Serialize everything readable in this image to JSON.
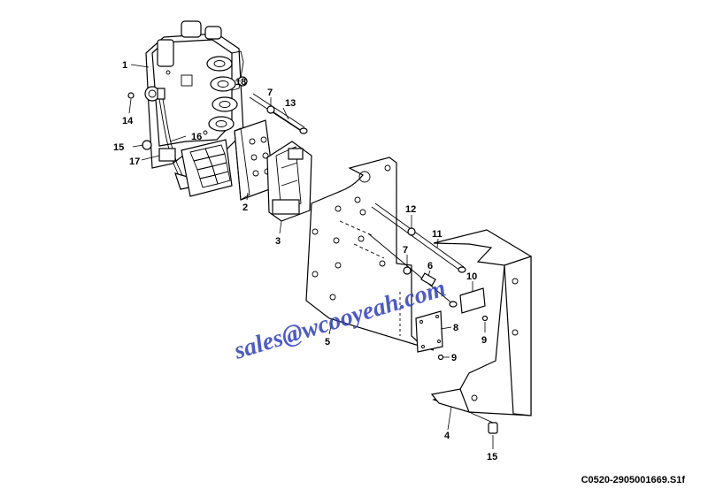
{
  "drawing_number": "C0520-2905001669.S1f",
  "watermark": "sales@wcooyeah.com",
  "callouts": {
    "c1": "1",
    "c2": "2",
    "c3": "3",
    "c4": "4",
    "c5": "5",
    "c6": "6",
    "c7a": "7",
    "c7b": "7",
    "c8": "8",
    "c9a": "9",
    "c9b": "9",
    "c10": "10",
    "c11": "11",
    "c12": "12",
    "c13": "13",
    "c14": "14",
    "c15a": "15",
    "c15b": "15",
    "c16": "16",
    "c17": "17",
    "c18": "18"
  }
}
